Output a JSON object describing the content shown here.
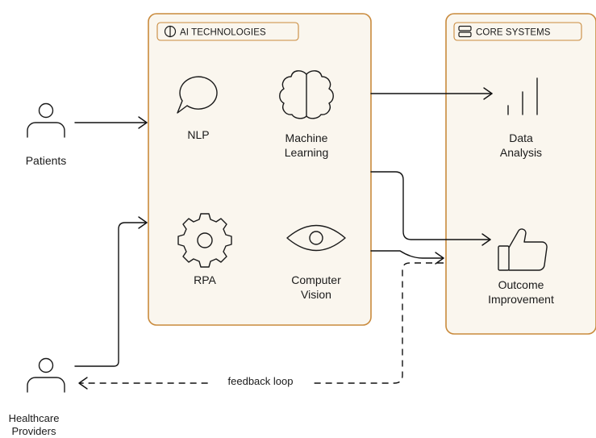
{
  "panels": {
    "ai_technologies": {
      "title": "AI TECHNOLOGIES",
      "icon": "brain-outline-icon"
    },
    "core_systems": {
      "title": "CORE SYSTEMS",
      "icon": "server-icon"
    }
  },
  "actors": {
    "patients": {
      "label": "Patients",
      "icon": "person-icon"
    },
    "providers": {
      "label_line1": "Healthcare",
      "label_line2": "Providers",
      "icon": "person-icon"
    }
  },
  "technologies": {
    "nlp": {
      "label": "NLP",
      "icon": "speech-bubble-icon"
    },
    "ml": {
      "label_line1": "Machine",
      "label_line2": "Learning",
      "icon": "brain-icon"
    },
    "rpa": {
      "label": "RPA",
      "icon": "gear-icon"
    },
    "cv": {
      "label_line1": "Computer",
      "label_line2": "Vision",
      "icon": "eye-icon"
    }
  },
  "outputs": {
    "data_analysis": {
      "label_line1": "Data",
      "label_line2": "Analysis",
      "icon": "bar-chart-icon"
    },
    "outcome": {
      "label_line1": "Outcome",
      "label_line2": "Improvement",
      "icon": "thumbs-up-icon"
    }
  },
  "connectors": {
    "feedback_label": "feedback loop"
  },
  "colors": {
    "panel_fill": "#faf6ee",
    "panel_border": "#c98a3c",
    "ink": "#1a1a1a"
  }
}
